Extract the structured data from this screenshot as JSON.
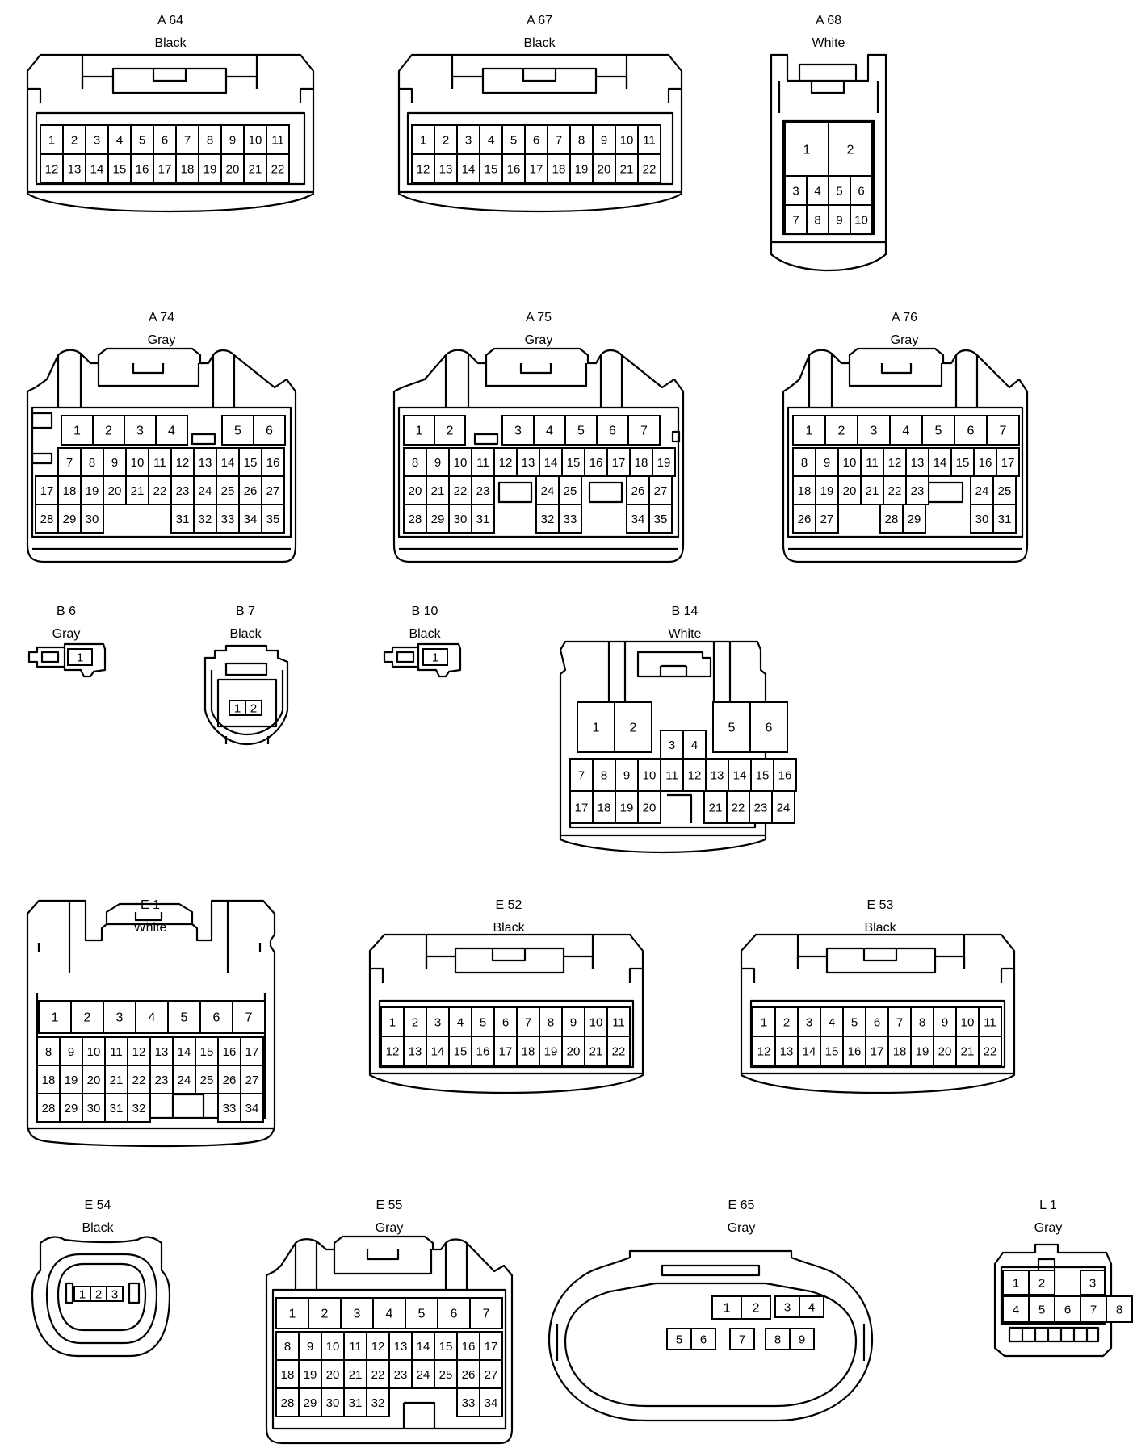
{
  "connectors": {
    "A64": {
      "name": "A 64",
      "color": "Black",
      "row1": [
        "1",
        "2",
        "3",
        "4",
        "5",
        "6",
        "7",
        "8",
        "9",
        "10",
        "11"
      ],
      "row2": [
        "12",
        "13",
        "14",
        "15",
        "16",
        "17",
        "18",
        "19",
        "20",
        "21",
        "22"
      ]
    },
    "A67": {
      "name": "A 67",
      "color": "Black",
      "row1": [
        "1",
        "2",
        "3",
        "4",
        "5",
        "6",
        "7",
        "8",
        "9",
        "10",
        "11"
      ],
      "row2": [
        "12",
        "13",
        "14",
        "15",
        "16",
        "17",
        "18",
        "19",
        "20",
        "21",
        "22"
      ]
    },
    "A68": {
      "name": "A 68",
      "color": "White",
      "big": [
        "1",
        "2"
      ],
      "row1": [
        "3",
        "4",
        "5",
        "6"
      ],
      "row2": [
        "7",
        "8",
        "9",
        "10"
      ]
    },
    "A74": {
      "name": "A 74",
      "color": "Gray",
      "top_left": [
        "1",
        "2",
        "3",
        "4"
      ],
      "top_right": [
        "5",
        "6"
      ],
      "row2": [
        "7",
        "8",
        "9",
        "10",
        "11",
        "12",
        "13",
        "14",
        "15",
        "16"
      ],
      "row3": [
        "17",
        "18",
        "19",
        "20",
        "21",
        "22",
        "23",
        "24",
        "25",
        "26",
        "27"
      ],
      "row4_left": [
        "28",
        "29",
        "30"
      ],
      "row4_right": [
        "31",
        "32",
        "33",
        "34",
        "35"
      ]
    },
    "A75": {
      "name": "A 75",
      "color": "Gray",
      "top_left": [
        "1",
        "2"
      ],
      "top_right": [
        "3",
        "4",
        "5",
        "6",
        "7"
      ],
      "row2": [
        "8",
        "9",
        "10",
        "11",
        "12",
        "13",
        "14",
        "15",
        "16",
        "17",
        "18",
        "19"
      ],
      "row3_left": [
        "20",
        "21",
        "22",
        "23"
      ],
      "row3_mid": [
        "24",
        "25"
      ],
      "row3_right": [
        "26",
        "27"
      ],
      "row4_left": [
        "28",
        "29",
        "30",
        "31"
      ],
      "row4_mid": [
        "32",
        "33"
      ],
      "row4_right": [
        "34",
        "35"
      ]
    },
    "A76": {
      "name": "A 76",
      "color": "Gray",
      "row1": [
        "1",
        "2",
        "3",
        "4",
        "5",
        "6",
        "7"
      ],
      "row2": [
        "8",
        "9",
        "10",
        "11",
        "12",
        "13",
        "14",
        "15",
        "16",
        "17"
      ],
      "row3_left": [
        "18",
        "19",
        "20",
        "21",
        "22",
        "23"
      ],
      "row3_right": [
        "24",
        "25"
      ],
      "row4_left": [
        "26",
        "27"
      ],
      "row4_mid": [
        "28",
        "29"
      ],
      "row4_right": [
        "30",
        "31"
      ]
    },
    "B6": {
      "name": "B 6",
      "color": "Gray",
      "pins": [
        "1"
      ]
    },
    "B7": {
      "name": "B 7",
      "color": "Black",
      "pins": [
        "1",
        "2"
      ]
    },
    "B10": {
      "name": "B 10",
      "color": "Black",
      "pins": [
        "1"
      ]
    },
    "B14": {
      "name": "B 14",
      "color": "White",
      "big_left": [
        "1",
        "2"
      ],
      "big_right": [
        "5",
        "6"
      ],
      "mid": [
        "3",
        "4"
      ],
      "row2": [
        "7",
        "8",
        "9",
        "10",
        "11",
        "12",
        "13",
        "14",
        "15",
        "16"
      ],
      "row3_left": [
        "17",
        "18",
        "19",
        "20"
      ],
      "row3_right": [
        "21",
        "22",
        "23",
        "24"
      ]
    },
    "E1": {
      "name": "E 1",
      "color": "White",
      "row1": [
        "1",
        "2",
        "3",
        "4",
        "5",
        "6",
        "7"
      ],
      "row2": [
        "8",
        "9",
        "10",
        "11",
        "12",
        "13",
        "14",
        "15",
        "16",
        "17"
      ],
      "row3": [
        "18",
        "19",
        "20",
        "21",
        "22",
        "23",
        "24",
        "25",
        "26",
        "27"
      ],
      "row4_left": [
        "28",
        "29",
        "30",
        "31",
        "32"
      ],
      "row4_right": [
        "33",
        "34"
      ]
    },
    "E52": {
      "name": "E 52",
      "color": "Black",
      "row1": [
        "1",
        "2",
        "3",
        "4",
        "5",
        "6",
        "7",
        "8",
        "9",
        "10",
        "11"
      ],
      "row2": [
        "12",
        "13",
        "14",
        "15",
        "16",
        "17",
        "18",
        "19",
        "20",
        "21",
        "22"
      ]
    },
    "E53": {
      "name": "E 53",
      "color": "Black",
      "row1": [
        "1",
        "2",
        "3",
        "4",
        "5",
        "6",
        "7",
        "8",
        "9",
        "10",
        "11"
      ],
      "row2": [
        "12",
        "13",
        "14",
        "15",
        "16",
        "17",
        "18",
        "19",
        "20",
        "21",
        "22"
      ]
    },
    "E54": {
      "name": "E 54",
      "color": "Black",
      "pins": [
        "1",
        "2",
        "3"
      ]
    },
    "E55": {
      "name": "E 55",
      "color": "Gray",
      "row1": [
        "1",
        "2",
        "3",
        "4",
        "5",
        "6",
        "7"
      ],
      "row2": [
        "8",
        "9",
        "10",
        "11",
        "12",
        "13",
        "14",
        "15",
        "16",
        "17"
      ],
      "row3": [
        "18",
        "19",
        "20",
        "21",
        "22",
        "23",
        "24",
        "25",
        "26",
        "27"
      ],
      "row4_left": [
        "28",
        "29",
        "30",
        "31",
        "32"
      ],
      "row4_right": [
        "33",
        "34"
      ]
    },
    "E65": {
      "name": "E 65",
      "color": "Gray",
      "row1_a": [
        "1",
        "2"
      ],
      "row1_b": [
        "3",
        "4"
      ],
      "row2_a": [
        "5",
        "6"
      ],
      "row2_b": [
        "7"
      ],
      "row2_c": [
        "8",
        "9"
      ]
    },
    "L1": {
      "name": "L 1",
      "color": "Gray",
      "row1_left": [
        "1",
        "2"
      ],
      "row1_right": [
        "3"
      ],
      "row2": [
        "4",
        "5",
        "6",
        "7",
        "8"
      ]
    }
  }
}
